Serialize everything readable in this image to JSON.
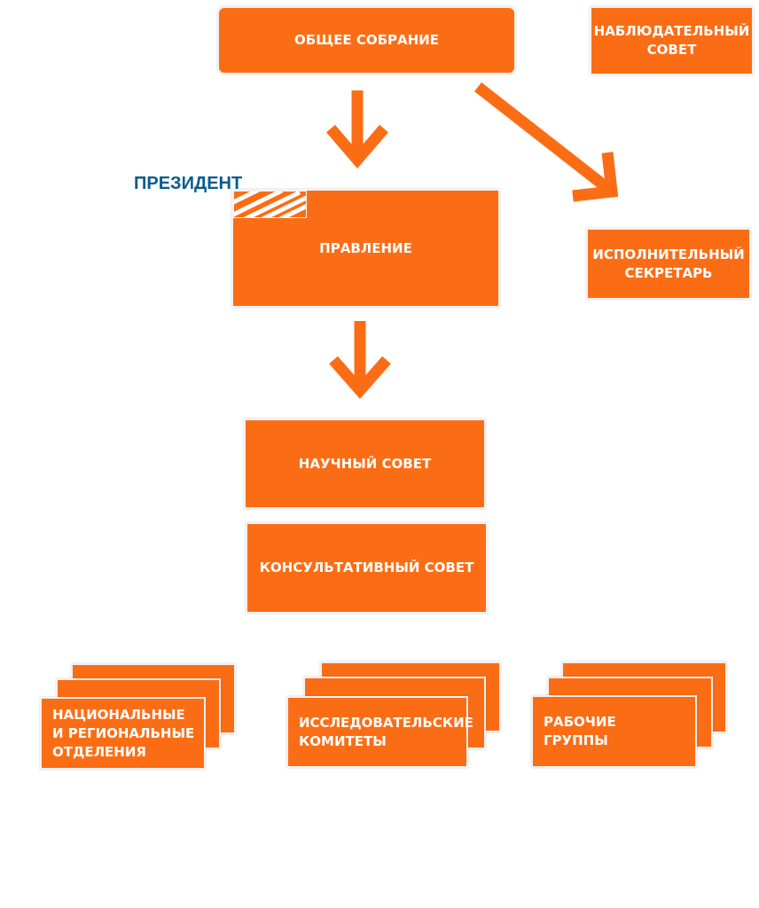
{
  "nodes": {
    "general_meeting": "ОБЩЕЕ СОБРАНИЕ",
    "supervisory_board": "НАБЛЮДАТЕЛЬНЫЙ\nСОВЕТ",
    "president": "ПРЕЗИДЕНТ",
    "board": "ПРАВЛЕНИЕ",
    "executive_secretary": "ИСПОЛНИТЕЛЬНЫЙ\nСЕКРЕТАРЬ",
    "scientific_council": "НАУЧНЫЙ СОВЕТ",
    "advisory_council": "КОНСУЛЬТАТИВНЫЙ СОВЕТ",
    "national_branches": "НАЦИОНАЛЬНЫЕ\nИ РЕГИОНАЛЬНЫЕ\nОТДЕЛЕНИЯ",
    "research_committees": "ИССЛЕДОВАТЕЛЬСКИЕ\nКОМИТЕТЫ",
    "working_groups": "РАБОЧИЕ\nГРУППЫ"
  },
  "colors": {
    "box_fill": "#fb6d15",
    "box_border": "#f2f2f2",
    "text": "#ffffff",
    "president_label": "#0a5c8e"
  }
}
